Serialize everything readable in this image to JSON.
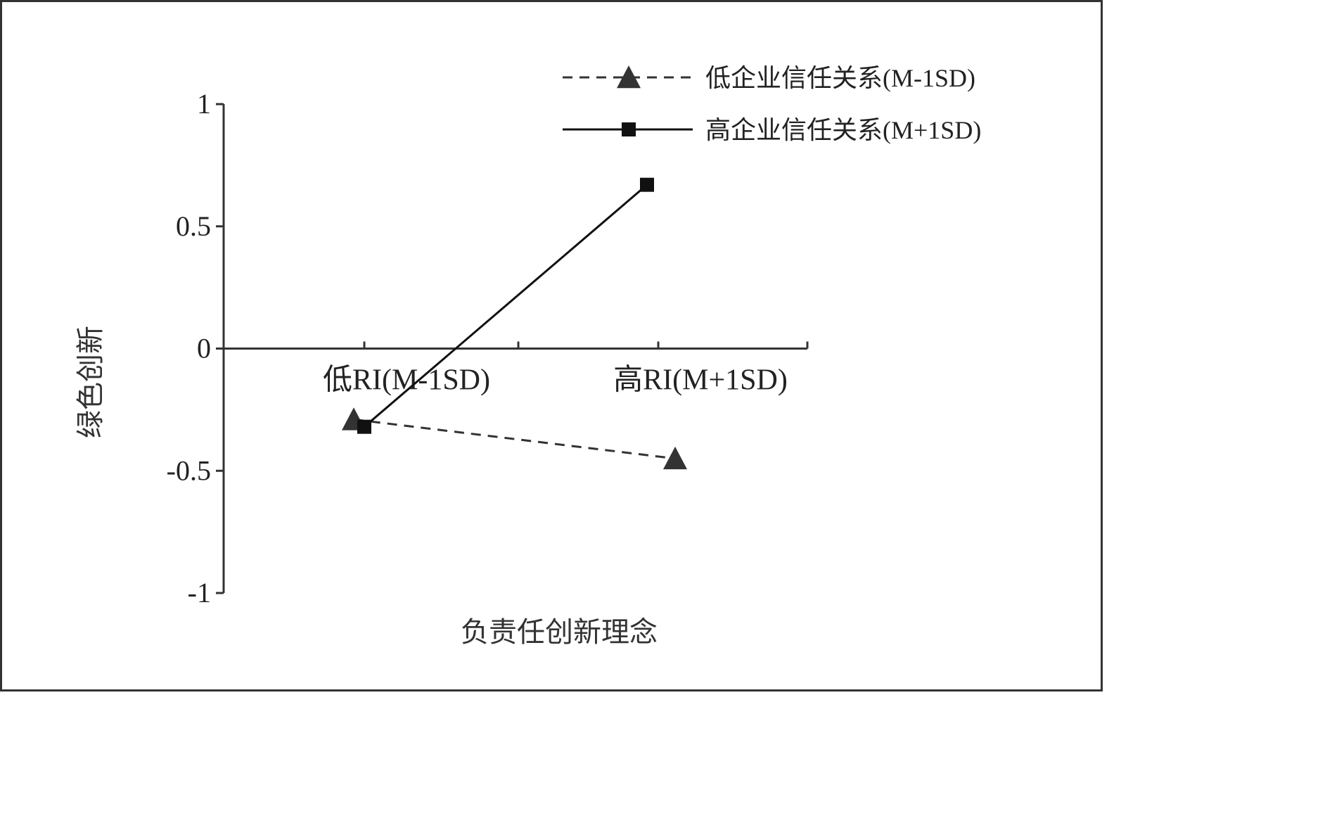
{
  "colors": {
    "axis": "#333333",
    "text": "#222222",
    "low_series": "#333333",
    "high_series": "#111111"
  },
  "chart_data": {
    "type": "line",
    "title": "",
    "xlabel": "负责任创新理念",
    "ylabel": "绿色创新",
    "categories": [
      "低RI(M-1SD)",
      "高RI(M+1SD)"
    ],
    "ylim": [
      -1,
      1
    ],
    "yticks": [
      1,
      0.5,
      0,
      -0.5,
      -1
    ],
    "ytick_labels": [
      "1",
      "0.5",
      "0",
      "-0.5",
      "-1"
    ],
    "grid": false,
    "legend_position": "top-right",
    "series": [
      {
        "name": "低企业信任关系(M-1SD)",
        "values": [
          -0.29,
          -0.45
        ],
        "line_style": "dashed",
        "marker": "triangle"
      },
      {
        "name": "高企业信任关系(M+1SD)",
        "values": [
          -0.32,
          0.67
        ],
        "line_style": "solid",
        "marker": "square"
      }
    ]
  }
}
